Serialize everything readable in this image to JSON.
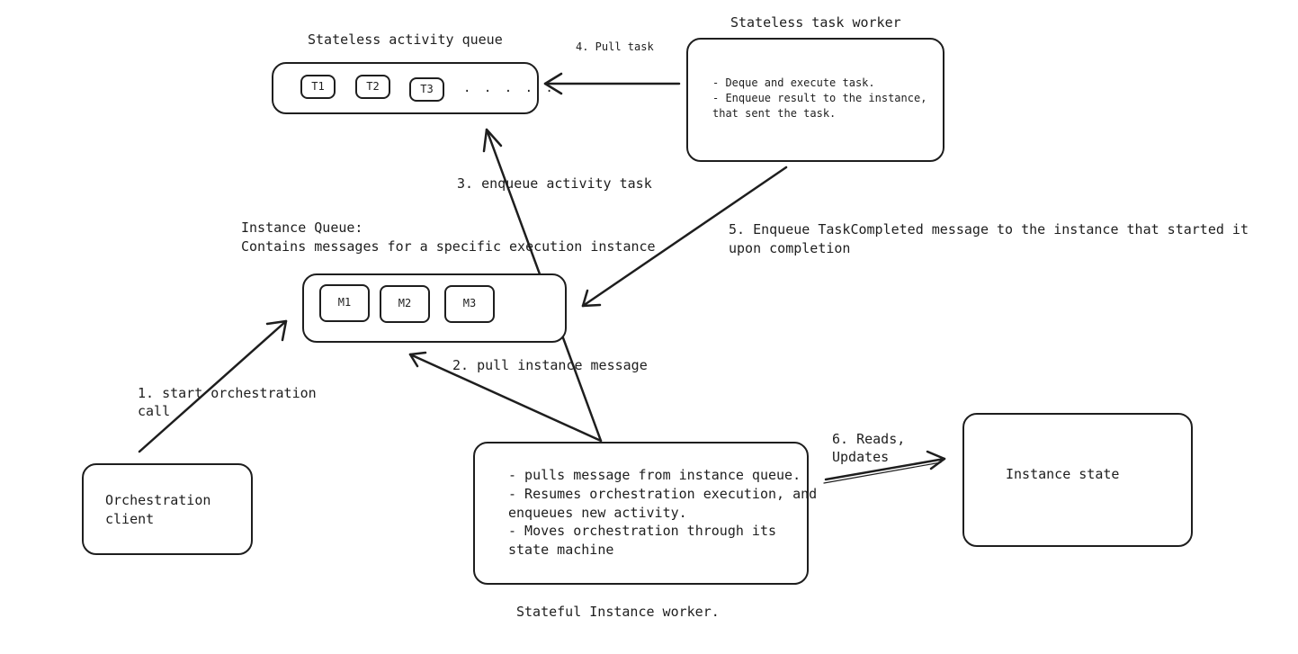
{
  "activity_queue": {
    "title": "Stateless activity queue",
    "tasks": [
      "T1",
      "T2",
      "T3"
    ],
    "ellipsis": ". . . . ."
  },
  "task_worker": {
    "title": "Stateless task worker",
    "lines": [
      "- Deque and execute task.",
      "- Enqueue result to the instance,",
      "that sent the task."
    ]
  },
  "instance_queue": {
    "title_line1": "Instance Queue:",
    "title_line2": "Contains messages for a specific execution instance",
    "messages": [
      "M1",
      "M2",
      "M3"
    ]
  },
  "orchestration_client": {
    "line1": "Orchestration",
    "line2": "client"
  },
  "instance_worker": {
    "lines": [
      "- pulls message from instance queue.",
      "- Resumes orchestration execution, and",
      "enqueues new activity.",
      "- Moves orchestration through its",
      "state machine"
    ],
    "caption": "Stateful Instance worker."
  },
  "instance_state": {
    "label": "Instance state"
  },
  "steps": {
    "s1_line1": "1. start orchestration",
    "s1_line2": "call",
    "s2": "2. pull instance message",
    "s3": "3. enqueue activity task",
    "s4": "4. Pull task",
    "s5_line1": "5. Enqueue TaskCompleted message to the instance that started it",
    "s5_line2": "upon completion",
    "s6_line1": "6. Reads,",
    "s6_line2": "Updates"
  },
  "colors": {
    "stroke": "#1e1e1e",
    "background": "#ffffff"
  }
}
